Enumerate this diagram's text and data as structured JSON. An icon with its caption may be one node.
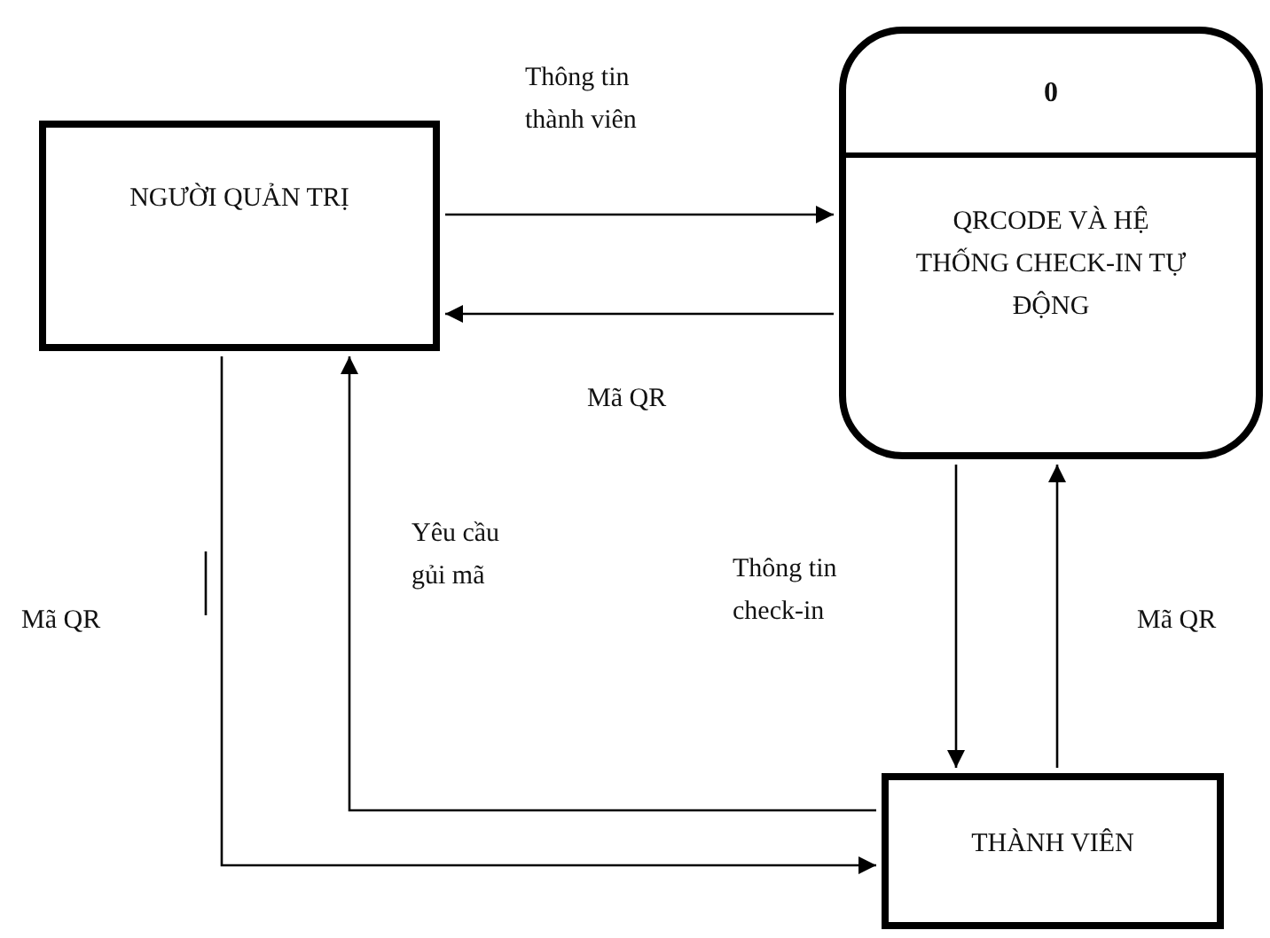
{
  "diagram": {
    "nodes": [
      {
        "text": [
          "NGƯỜI QUẢN TRỊ"
        ]
      },
      {
        "text": [
          "0",
          "QRCODE VÀ HỆ THỐNG CHECK-IN TỰ ĐỘNG"
        ]
      },
      {
        "text": [
          "THÀNH VIÊN"
        ]
      }
    ],
    "edges": [
      {
        "from": 0,
        "to": 1,
        "arrow": "to",
        "label": "Thông tin thành viên"
      },
      {
        "from": 1,
        "to": 0,
        "arrow": "to",
        "label": "Mã QR"
      },
      {
        "from": 1,
        "to": 2,
        "arrow": "to",
        "label": "Thông tin check-in"
      },
      {
        "from": 2,
        "to": 1,
        "arrow": "to",
        "label": "Mã QR"
      },
      {
        "from": 2,
        "to": 0,
        "arrow": "to",
        "label": "Yêu cầu gủi mã"
      },
      {
        "from": 0,
        "to": 2,
        "arrow": "to",
        "label": "Mã QR"
      }
    ]
  }
}
